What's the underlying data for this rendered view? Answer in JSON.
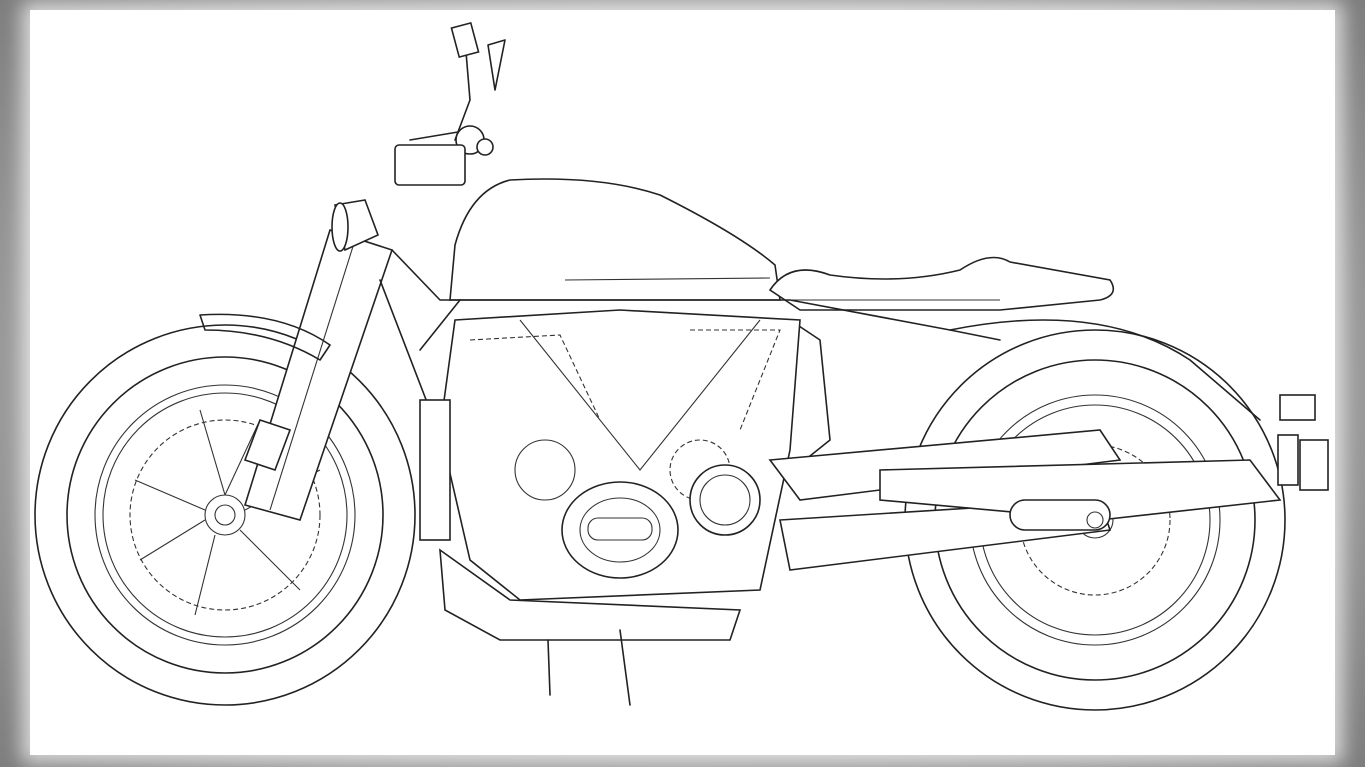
{
  "figure": {
    "subject": "motorcycle",
    "style": "patent line drawing",
    "view": "side"
  },
  "colors": {
    "line": "#222222",
    "paper": "#ffffff",
    "border_blur": "#9a9a9a"
  }
}
